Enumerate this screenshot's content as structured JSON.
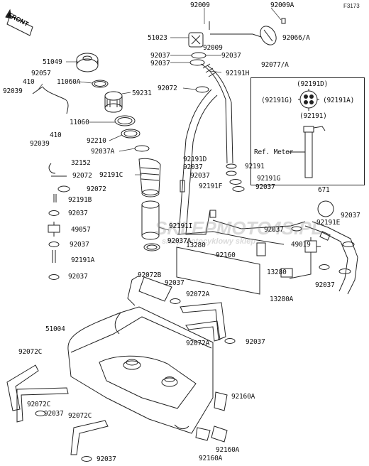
{
  "figure_id": "F3173",
  "front_label": "FRONT",
  "watermark": {
    "main": "SKLEPMOTO4S.PL",
    "sub": "sklep motocyklowy sklep"
  },
  "inset": {
    "title": "Ref. Meter",
    "labels": [
      "(92191D)",
      "(92191G)",
      "(92191A)",
      "(92191)"
    ]
  },
  "parts": {
    "p92009_top": "92009",
    "p92009A": "92009A",
    "p51023": "51023",
    "p92009_b": "92009",
    "p92066A": "92066/A",
    "p92037_a1": "92037",
    "p92037_a2": "92037",
    "p92037_a3": "92037",
    "p92077A": "92077/A",
    "p92191H": "92191H",
    "p51049": "51049",
    "p92057": "92057",
    "p410_a": "410",
    "p92039_a": "92039",
    "p11060A": "11060A",
    "p59231": "59231",
    "p92072_a": "92072",
    "p11060": "11060",
    "p410_b": "410",
    "p92039_b": "92039",
    "p92210": "92210",
    "p92037A_a": "92037A",
    "p32152": "32152",
    "p92072_b": "92072",
    "p92191C": "92191C",
    "p92072_c": "92072",
    "p92191B": "92191B",
    "p92037_b": "92037",
    "p49057": "49057",
    "p92037_c": "92037",
    "p92191A": "92191A",
    "p92037_d": "92037",
    "p92191D": "92191D",
    "p92037_e": "92037",
    "p92191": "92191",
    "p92037_f": "92037",
    "p92191G": "92191G",
    "p92191F": "92191F",
    "p92037_g": "92037",
    "p671": "671",
    "p92037_h": "92037",
    "p92191E": "92191E",
    "p92191I": "92191I",
    "p92037A_b": "92037A",
    "p13280": "13280",
    "p92037_i": "92037",
    "p92160": "92160",
    "p49019": "49019",
    "p13280_b": "13280",
    "p92037_j": "92037",
    "p13280A": "13280A",
    "p92072B": "92072B",
    "p92037_k": "92037",
    "p92072A_a": "92072A",
    "p51004": "51004",
    "p92072A_b": "92072A",
    "p92037_l": "92037",
    "p92072C_a": "92072C",
    "p92072C_b": "92072C",
    "p92037_m": "92037",
    "p92072C_c": "92072C",
    "p92160A_a": "92160A",
    "p92160A_b": "92160A",
    "p92160A_c": "92160A",
    "p92037_n": "92037"
  }
}
